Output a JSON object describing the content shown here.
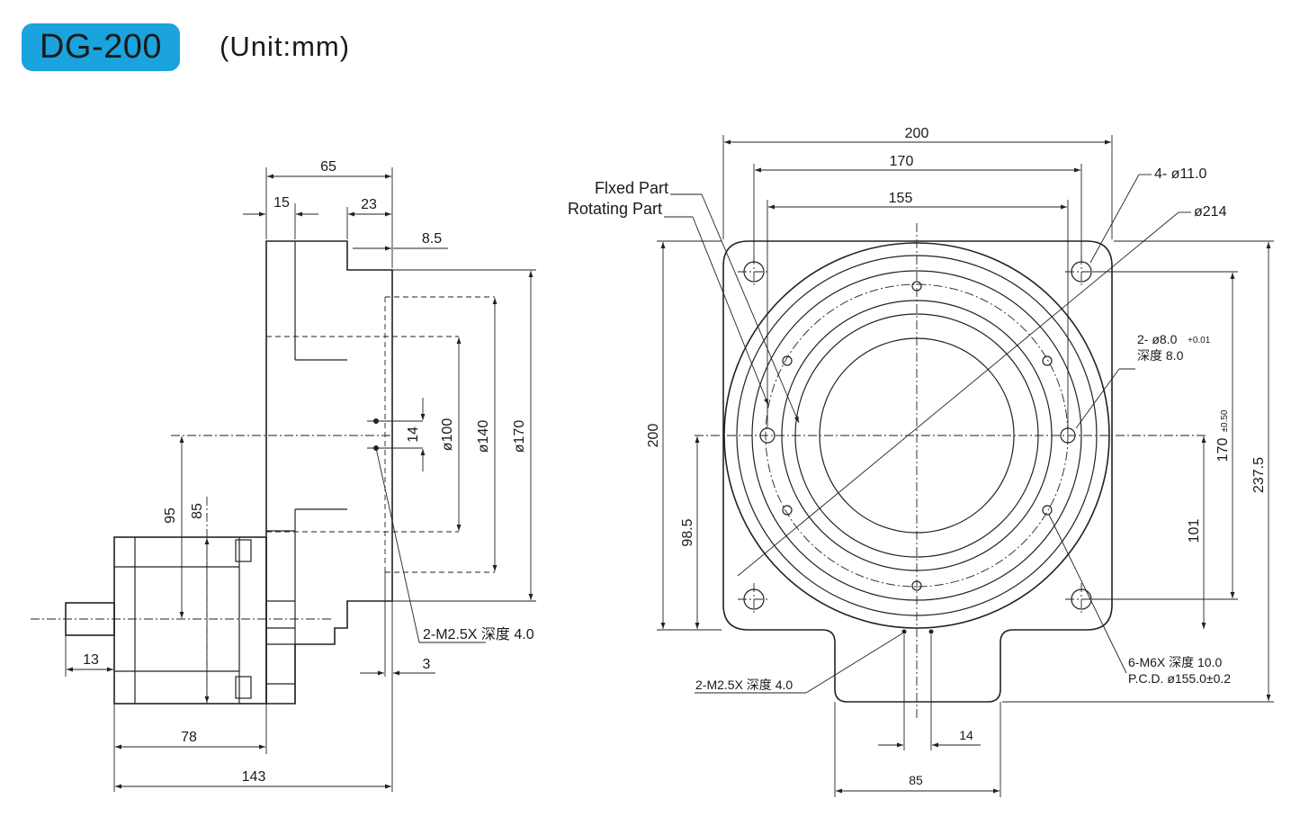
{
  "header": {
    "model": "DG-200",
    "unit": "(Unit:mm)"
  },
  "side_view": {
    "dims": {
      "w65": "65",
      "w15": "15",
      "w23": "23",
      "w8_5": "8.5",
      "h14": "14",
      "d100": "ø100",
      "d140": "ø140",
      "d170": "ø170",
      "h95": "95",
      "h85": "85",
      "w13": "13",
      "w78": "78",
      "w143": "143",
      "w3": "3"
    },
    "callout_tap": "2-M2.5X  深度 4.0"
  },
  "top_view": {
    "dims": {
      "w200": "200",
      "w170": "170",
      "w155": "155",
      "h200": "200",
      "h98_5": "98.5",
      "h170_tol": "170",
      "h170_tol_sup": "±0.50",
      "h237_5": "237.5",
      "h101": "101",
      "w14": "14",
      "w85": "85"
    },
    "labels": {
      "fixed_part": "Flxed Part",
      "rotating_part": "Rotating   Part",
      "holes_mount": "4- ø11.0",
      "outer_dia": "ø214",
      "dowel_line1": "2-  ø8.0",
      "dowel_tol": "+0.01",
      "dowel_line2": "深度 8.0",
      "tap_bottom": "2-M2.5X   深度 4.0",
      "m6_line1": "6-M6X  深度 10.0",
      "m6_line2": "P.C.D.  ø155.0±0.2"
    }
  }
}
